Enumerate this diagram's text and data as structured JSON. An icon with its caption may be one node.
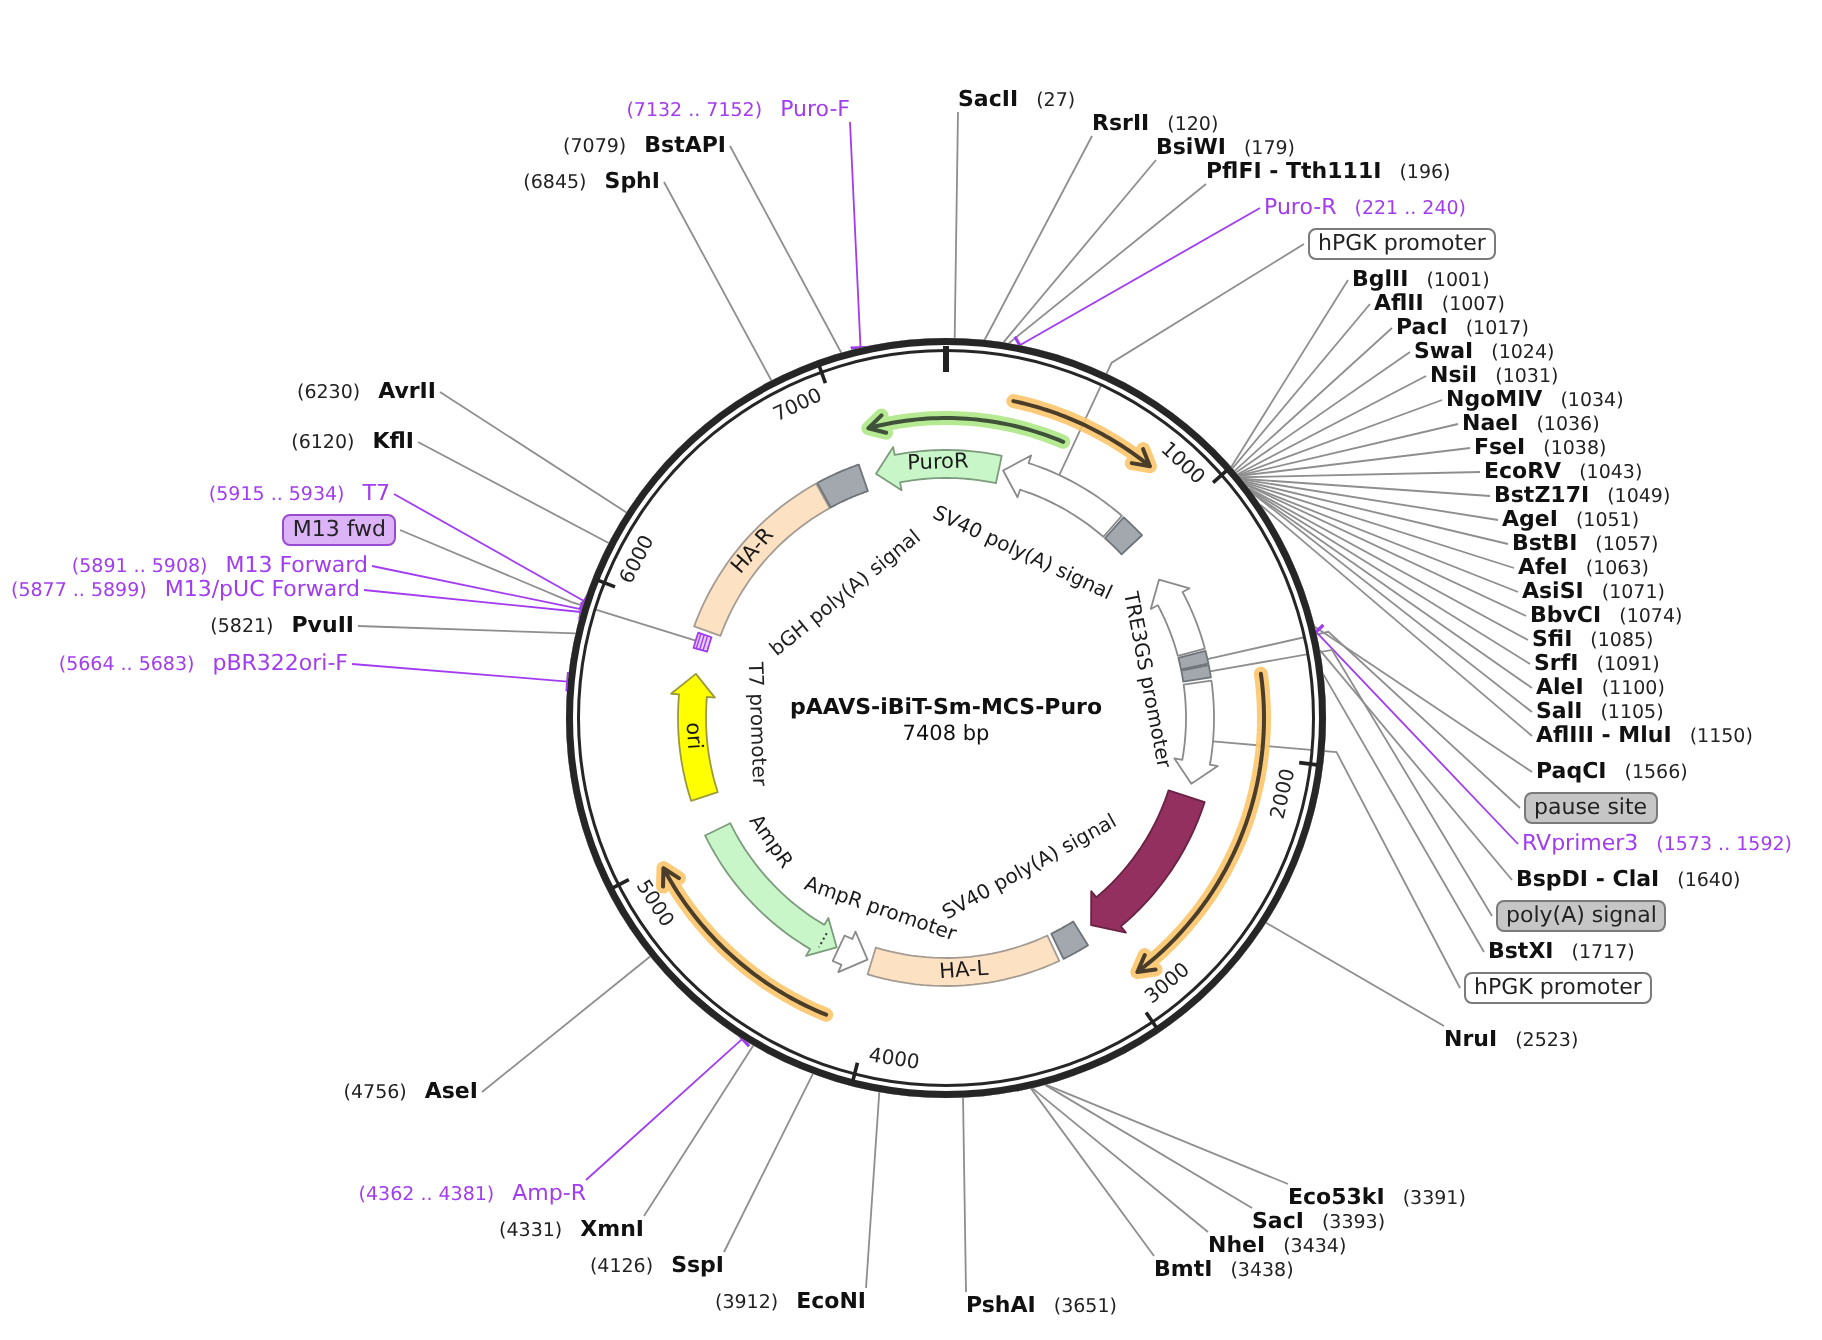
{
  "diagram": {
    "nodes": [
      {
        "text": [
          "pAAVS-iBiT-Sm-MCS-Puro",
          "7408 bp"
        ]
      },
      {
        "text": [
          "PuroR"
        ],
        "in": 0
      },
      {
        "text": [],
        "shape": "arrow",
        "in": 0
      },
      {
        "text": [],
        "shape": "box",
        "beside": [
          "SV40 poly(A) signal"
        ],
        "in": 0
      },
      {
        "text": [],
        "shape": "arrow",
        "beside": [
          "TRE3GS promoter"
        ],
        "in": 0
      },
      {
        "text": [],
        "shape": "box",
        "in": 0
      },
      {
        "text": [],
        "shape": "box",
        "in": 0
      },
      {
        "text": [],
        "shape": "arrow",
        "in": 0
      },
      {
        "text": [],
        "shape": "arrow",
        "in": 0
      },
      {
        "text": [],
        "shape": "box",
        "beside": [
          "SV40 poly(A) signal"
        ],
        "in": 0
      },
      {
        "text": [
          "HA-L"
        ],
        "in": 0
      },
      {
        "text": [],
        "shape": "arrow",
        "beside": [
          "AmpR promoter"
        ],
        "in": 0
      },
      {
        "text": [],
        "shape": "arrow",
        "beside": [
          "AmpR"
        ],
        "in": 0
      },
      {
        "text": [
          "ori"
        ],
        "in": 0
      },
      {
        "text": [],
        "shape": "bar",
        "in": 0
      },
      {
        "text": [
          "HA-R"
        ],
        "in": 0
      },
      {
        "text": [],
        "shape": "box",
        "in": 0
      },
      {
        "text": [
          "SacII",
          "(27)"
        ]
      },
      {
        "text": [
          "RsrII",
          "(120)"
        ]
      },
      {
        "text": [
          "BsiWI",
          "(179)"
        ]
      },
      {
        "text": [
          "PflFI - Tth111I",
          "(196)"
        ]
      },
      {
        "text": [
          "Puro-R",
          "(221 .. 240)"
        ]
      },
      {
        "text": [
          "hPGK promoter"
        ]
      },
      {
        "text": [
          "BglII",
          "(1001)"
        ]
      },
      {
        "text": [
          "AflII",
          "(1007)"
        ]
      },
      {
        "text": [
          "PacI",
          "(1017)"
        ]
      },
      {
        "text": [
          "SwaI",
          "(1024)"
        ]
      },
      {
        "text": [
          "NsiI",
          "(1031)"
        ]
      },
      {
        "text": [
          "NgoMIV",
          "(1034)"
        ]
      },
      {
        "text": [
          "NaeI",
          "(1036)"
        ]
      },
      {
        "text": [
          "FseI",
          "(1038)"
        ]
      },
      {
        "text": [
          "EcoRV",
          "(1043)"
        ]
      },
      {
        "text": [
          "BstZ17I",
          "(1049)"
        ]
      },
      {
        "text": [
          "AgeI",
          "(1051)"
        ]
      },
      {
        "text": [
          "BstBI",
          "(1057)"
        ]
      },
      {
        "text": [
          "AfeI",
          "(1063)"
        ]
      },
      {
        "text": [
          "AsiSI",
          "(1071)"
        ]
      },
      {
        "text": [
          "BbvCI",
          "(1074)"
        ]
      },
      {
        "text": [
          "SfiI",
          "(1085)"
        ]
      },
      {
        "text": [
          "SrfI",
          "(1091)"
        ]
      },
      {
        "text": [
          "AleI",
          "(1100)"
        ]
      },
      {
        "text": [
          "SalI",
          "(1105)"
        ]
      },
      {
        "text": [
          "AflIII - MluI",
          "(1150)"
        ]
      },
      {
        "text": [
          "PaqCI",
          "(1566)"
        ]
      },
      {
        "text": [
          "pause site"
        ]
      },
      {
        "text": [
          "RVprimer3",
          "(1573 .. 1592)"
        ]
      },
      {
        "text": [
          "BspDI - ClaI",
          "(1640)"
        ]
      },
      {
        "text": [
          "poly(A) signal"
        ]
      },
      {
        "text": [
          "BstXI",
          "(1717)"
        ]
      },
      {
        "text": [
          "hPGK promoter"
        ]
      },
      {
        "text": [
          "NruI",
          "(2523)"
        ]
      },
      {
        "text": [
          "Eco53kI",
          "(3391)"
        ]
      },
      {
        "text": [
          "SacI",
          "(3393)"
        ]
      },
      {
        "text": [
          "NheI",
          "(3434)"
        ]
      },
      {
        "text": [
          "BmtI",
          "(3438)"
        ]
      },
      {
        "text": [
          "PshAI",
          "(3651)"
        ]
      },
      {
        "text": [
          "(3912)",
          "EcoNI"
        ]
      },
      {
        "text": [
          "(4126)",
          "SspI"
        ]
      },
      {
        "text": [
          "(4331)",
          "XmnI"
        ]
      },
      {
        "text": [
          "(4362 .. 4381)",
          "Amp-R"
        ]
      },
      {
        "text": [
          "(4756)",
          "AseI"
        ]
      },
      {
        "text": [
          "(5664 .. 5683)",
          "pBR322ori-F"
        ]
      },
      {
        "text": [
          "(5821)",
          "PvuII"
        ]
      },
      {
        "text": [
          "(5877 .. 5899)",
          "M13/pUC Forward"
        ]
      },
      {
        "text": [
          "(5891 .. 5908)",
          "M13 Forward"
        ]
      },
      {
        "text": [
          "M13 fwd"
        ]
      },
      {
        "text": [
          "(5915 .. 5934)",
          "T7"
        ]
      },
      {
        "text": [
          "(6120)",
          "KflI"
        ]
      },
      {
        "text": [
          "(6230)",
          "AvrII"
        ]
      },
      {
        "text": [
          "(6845)",
          "SphI"
        ]
      },
      {
        "text": [
          "(7079)",
          "BstAPI"
        ]
      },
      {
        "text": [
          "(7132 .. 7152)",
          "Puro-F"
        ]
      }
    ],
    "edges": [
      {
        "from": 17,
        "to": 0,
        "arrow": "none"
      },
      {
        "from": 18,
        "to": 0,
        "arrow": "none"
      },
      {
        "from": 19,
        "to": 0,
        "arrow": "none"
      },
      {
        "from": 20,
        "to": 0,
        "arrow": "none"
      },
      {
        "from": 21,
        "to": 0,
        "arrow": "other",
        "color": "#a23cf0"
      },
      {
        "from": 22,
        "to": 2,
        "arrow": "none"
      },
      {
        "from": 23,
        "to": 0,
        "arrow": "none"
      },
      {
        "from": 24,
        "to": 0,
        "arrow": "none"
      },
      {
        "from": 25,
        "to": 0,
        "arrow": "none"
      },
      {
        "from": 26,
        "to": 0,
        "arrow": "none"
      },
      {
        "from": 27,
        "to": 0,
        "arrow": "none"
      },
      {
        "from": 28,
        "to": 0,
        "arrow": "none"
      },
      {
        "from": 29,
        "to": 0,
        "arrow": "none"
      },
      {
        "from": 30,
        "to": 0,
        "arrow": "none"
      },
      {
        "from": 31,
        "to": 0,
        "arrow": "none"
      },
      {
        "from": 32,
        "to": 0,
        "arrow": "none"
      },
      {
        "from": 33,
        "to": 0,
        "arrow": "none"
      },
      {
        "from": 34,
        "to": 0,
        "arrow": "none"
      },
      {
        "from": 35,
        "to": 0,
        "arrow": "none"
      },
      {
        "from": 36,
        "to": 0,
        "arrow": "none"
      },
      {
        "from": 37,
        "to": 0,
        "arrow": "none"
      },
      {
        "from": 38,
        "to": 0,
        "arrow": "none"
      },
      {
        "from": 39,
        "to": 0,
        "arrow": "none"
      },
      {
        "from": 40,
        "to": 0,
        "arrow": "none"
      },
      {
        "from": 41,
        "to": 0,
        "arrow": "none"
      },
      {
        "from": 42,
        "to": 0,
        "arrow": "none"
      },
      {
        "from": 43,
        "to": 0,
        "arrow": "none"
      },
      {
        "from": 44,
        "to": 5,
        "arrow": "none"
      },
      {
        "from": 45,
        "to": 0,
        "arrow": "other",
        "color": "#a23cf0"
      },
      {
        "from": 46,
        "to": 0,
        "arrow": "none"
      },
      {
        "from": 47,
        "to": 6,
        "arrow": "none"
      },
      {
        "from": 48,
        "to": 0,
        "arrow": "none"
      },
      {
        "from": 49,
        "to": 7,
        "arrow": "none"
      },
      {
        "from": 50,
        "to": 0,
        "arrow": "none"
      },
      {
        "from": 51,
        "to": 0,
        "arrow": "none"
      },
      {
        "from": 52,
        "to": 0,
        "arrow": "none"
      },
      {
        "from": 53,
        "to": 0,
        "arrow": "none"
      },
      {
        "from": 54,
        "to": 0,
        "arrow": "none"
      },
      {
        "from": 55,
        "to": 0,
        "arrow": "none"
      },
      {
        "from": 56,
        "to": 0,
        "arrow": "none"
      },
      {
        "from": 57,
        "to": 0,
        "arrow": "none"
      },
      {
        "from": 58,
        "to": 0,
        "arrow": "none"
      },
      {
        "from": 59,
        "to": 0,
        "arrow": "other",
        "color": "#a23cf0"
      },
      {
        "from": 60,
        "to": 0,
        "arrow": "none"
      },
      {
        "from": 61,
        "to": 0,
        "arrow": "other",
        "color": "#a23cf0"
      },
      {
        "from": 62,
        "to": 0,
        "arrow": "none"
      },
      {
        "from": 63,
        "to": 0,
        "arrow": "other",
        "color": "#a23cf0"
      },
      {
        "from": 64,
        "to": 0,
        "arrow": "other",
        "color": "#a23cf0"
      },
      {
        "from": 65,
        "to": 14,
        "arrow": "none"
      },
      {
        "from": 66,
        "to": 0,
        "arrow": "other",
        "color": "#a23cf0"
      },
      {
        "from": 67,
        "to": 0,
        "arrow": "none"
      },
      {
        "from": 68,
        "to": 0,
        "arrow": "none"
      },
      {
        "from": 69,
        "to": 0,
        "arrow": "none"
      },
      {
        "from": 70,
        "to": 0,
        "arrow": "none"
      },
      {
        "from": 71,
        "to": 0,
        "arrow": "other",
        "color": "#a23cf0"
      }
    ],
    "labels": [
      "1000",
      "2000",
      "3000",
      "4000",
      "5000",
      "6000",
      "7000",
      "bGH poly(A) signal",
      "T7 promoter"
    ]
  }
}
